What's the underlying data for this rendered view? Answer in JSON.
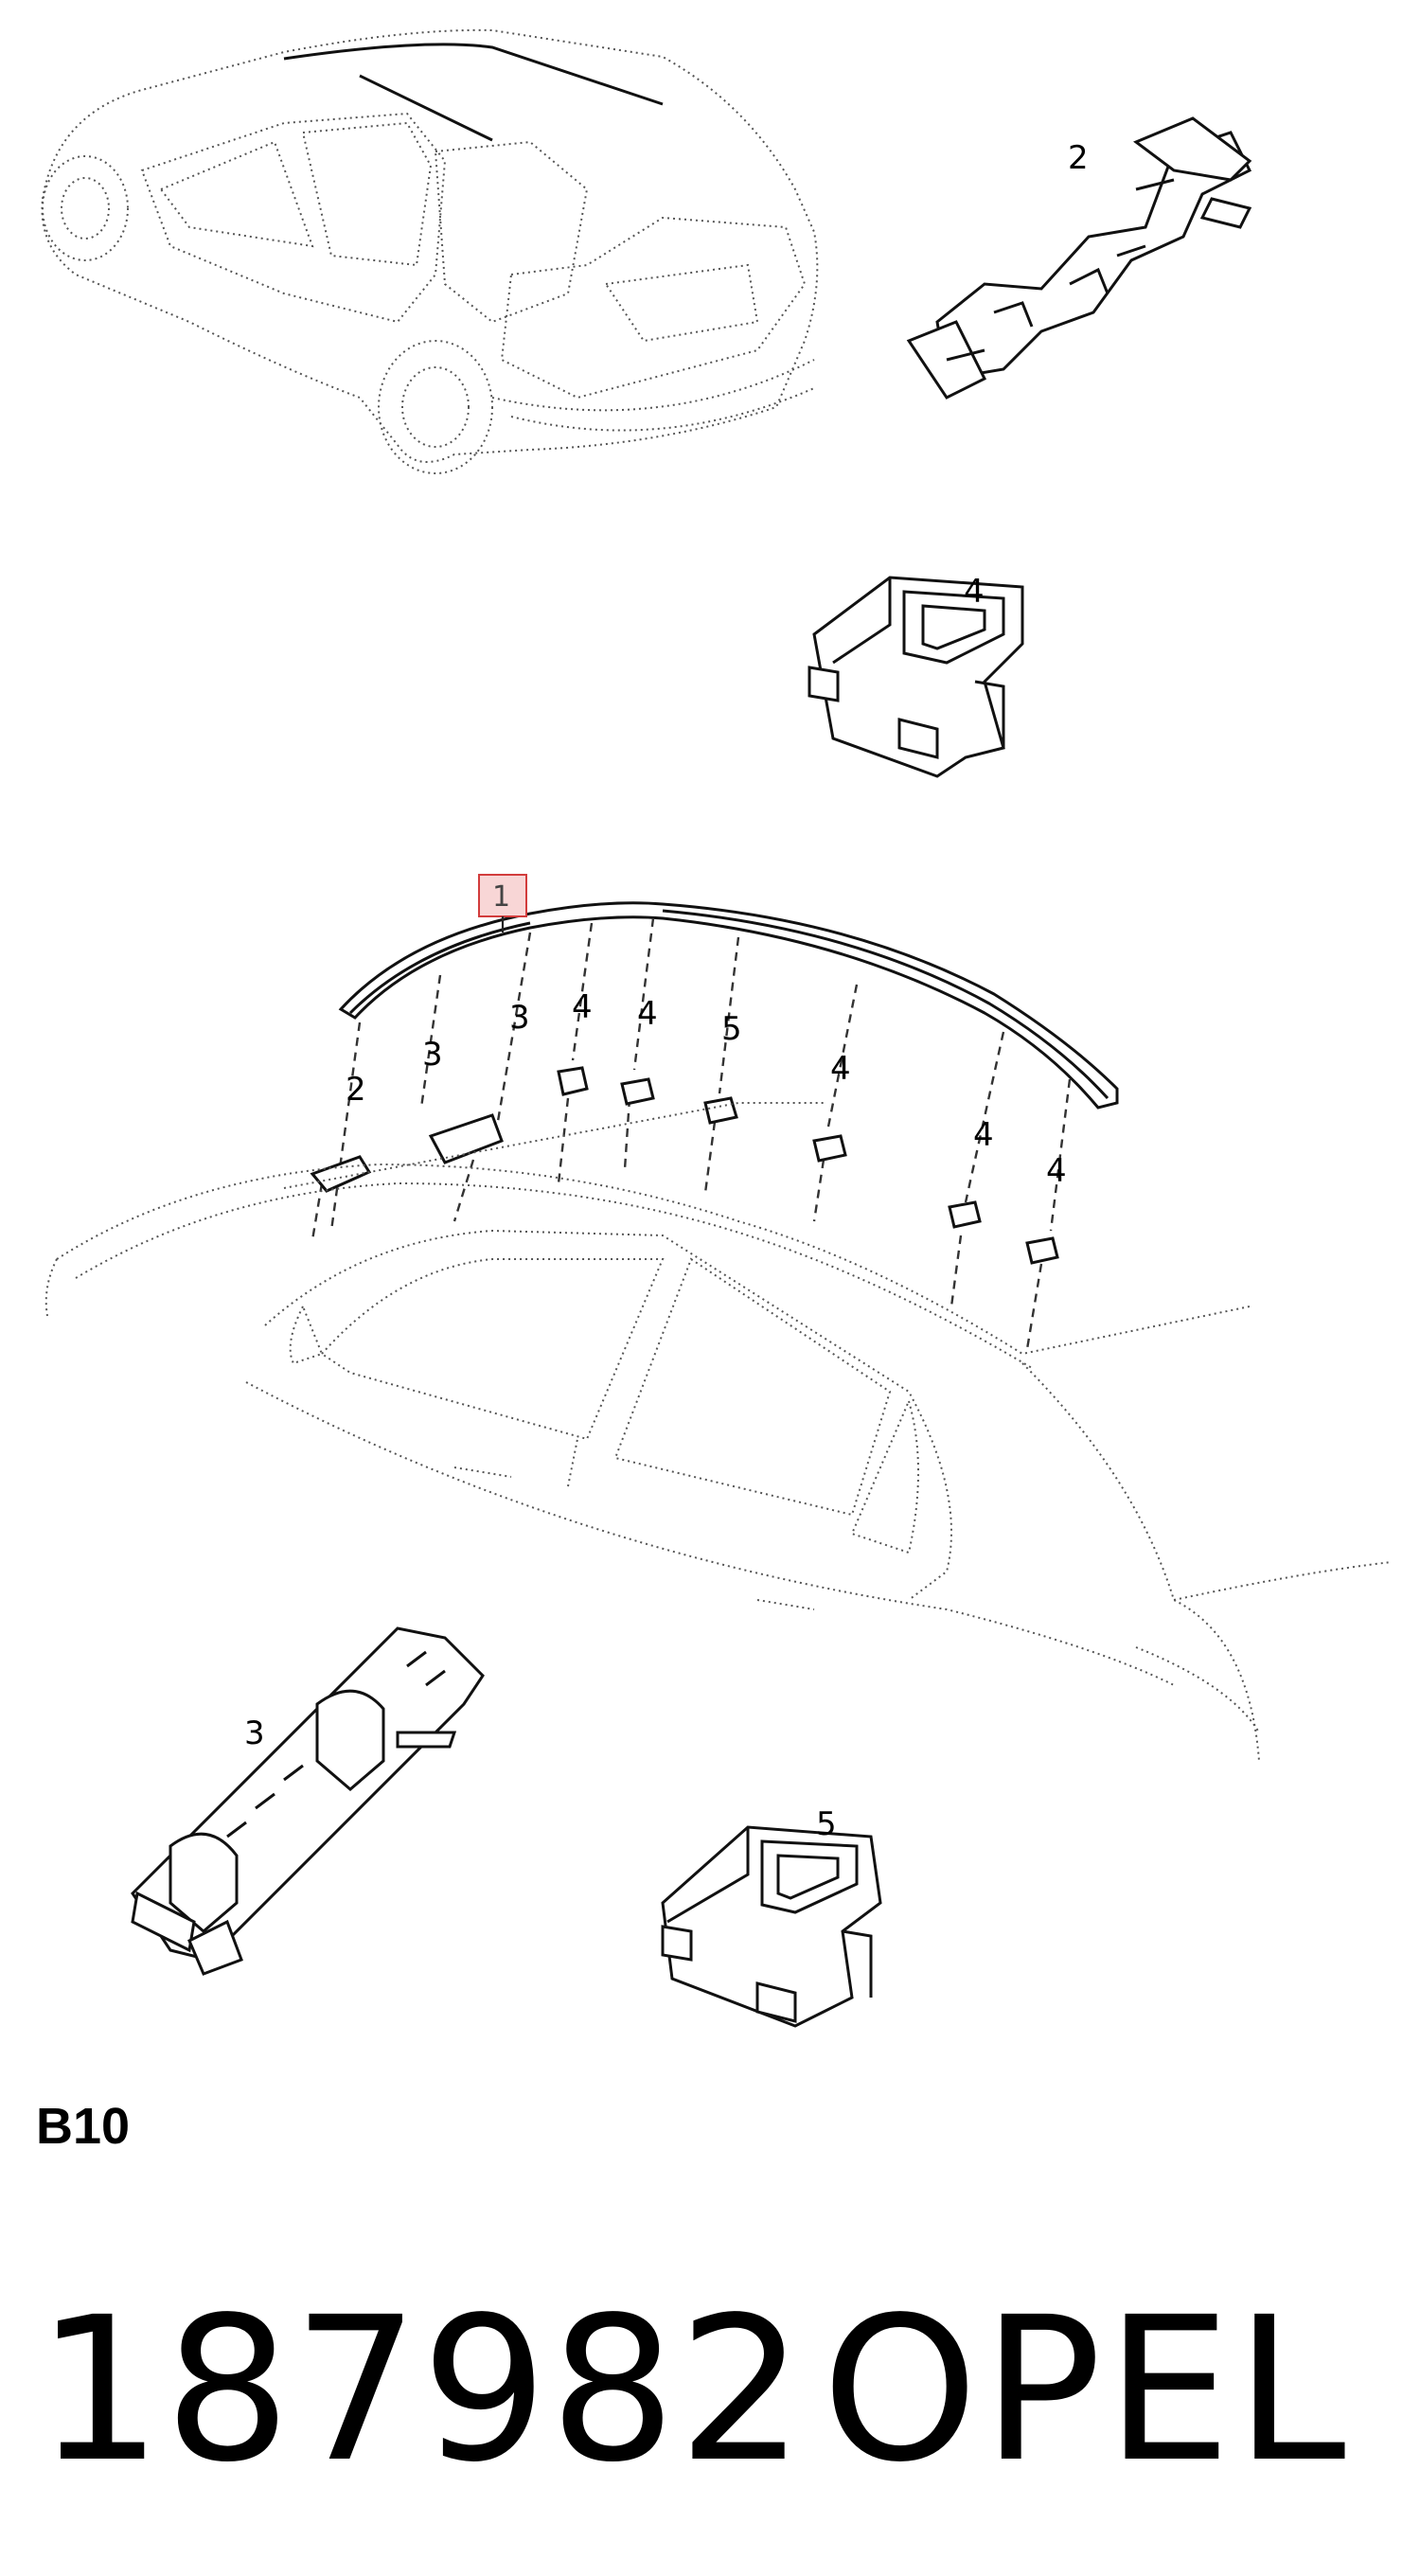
{
  "callouts": {
    "main_part": "1",
    "top_clip": "2",
    "top_retainer": "4",
    "lower_clip": "3",
    "lower_retainer": "5",
    "diag": {
      "c2": "2",
      "c3a": "3",
      "c3b": "3",
      "c4a": "4",
      "c4b": "4",
      "c5": "5",
      "c4c": "4",
      "c4d": "4",
      "c4e": "4"
    }
  },
  "colors": {
    "highlight_fill": "#f8d6d6",
    "highlight_border": "#d23c3c"
  },
  "footer": {
    "section_code": "B10",
    "part_number": "187982",
    "brand": "OPEL"
  }
}
